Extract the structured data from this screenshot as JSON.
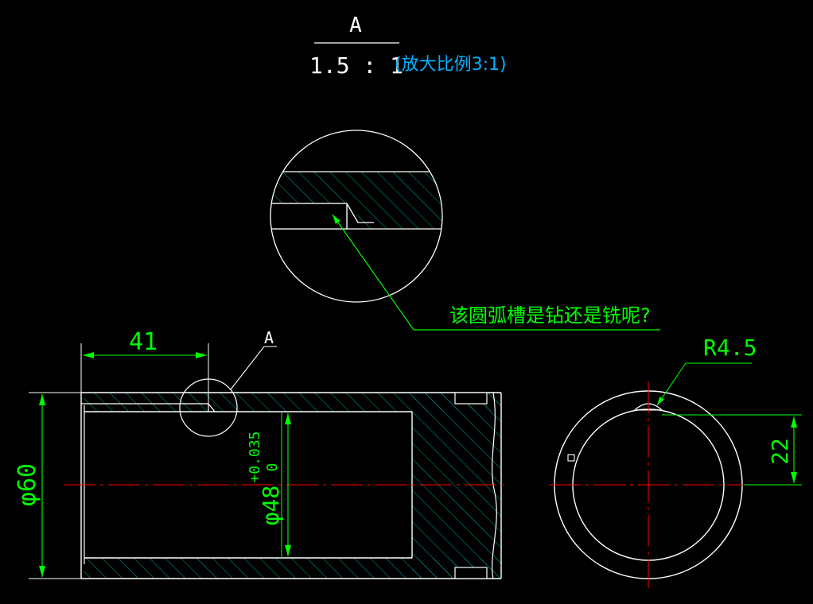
{
  "drawing": {
    "colors": {
      "background": "#000000",
      "outline": "#ffffff",
      "dimension": "#00ff00",
      "centerline": "#ff0000",
      "hatch": "#00a0a0",
      "note": "#00ff00",
      "scale_note": "#00b0ff"
    },
    "detail_title": {
      "label": "A",
      "scale": "1.5 : 1",
      "scale_note": "(放大比例3:1)"
    },
    "detail_marker": "A",
    "question": "该圆弧槽是钻还是铣呢?",
    "dimensions": {
      "length": "41",
      "outer_diameter": "φ60",
      "inner_diameter": "φ48",
      "tolerance_upper": "+0.035",
      "tolerance_lower": "0",
      "radius": "R4.5",
      "offset": "22"
    }
  }
}
